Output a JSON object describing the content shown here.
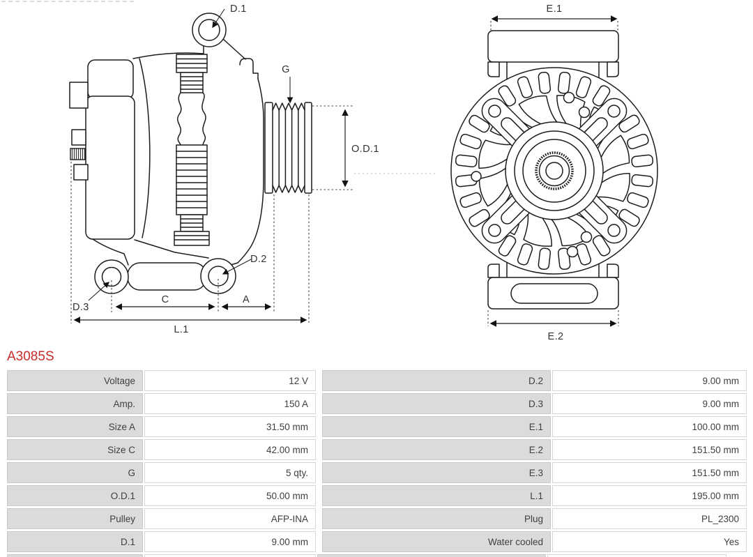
{
  "part_number": "A3085S",
  "diagram": {
    "side": {
      "d1": "D.1",
      "d2": "D.2",
      "d3": "D.3",
      "g": "G",
      "od1": "O.D.1",
      "dim_c": "C",
      "dim_a": "A",
      "dim_l1": "L.1"
    },
    "front": {
      "e1": "E.1",
      "e2": "E.2"
    }
  },
  "table": {
    "left": [
      {
        "label": "Voltage",
        "value": "12 V"
      },
      {
        "label": "Amp.",
        "value": "150 A"
      },
      {
        "label": "Size A",
        "value": "31.50 mm"
      },
      {
        "label": "Size C",
        "value": "42.00 mm"
      },
      {
        "label": "G",
        "value": "5 qty."
      },
      {
        "label": "O.D.1",
        "value": "50.00 mm"
      },
      {
        "label": "Pulley",
        "value": "AFP-INA"
      },
      {
        "label": "D.1",
        "value": "9.00 mm"
      }
    ],
    "right": [
      {
        "label": "D.2",
        "value": "9.00 mm"
      },
      {
        "label": "D.3",
        "value": "9.00 mm"
      },
      {
        "label": "E.1",
        "value": "100.00 mm"
      },
      {
        "label": "E.2",
        "value": "151.50 mm"
      },
      {
        "label": "E.3",
        "value": "151.50 mm"
      },
      {
        "label": "L.1",
        "value": "195.00 mm"
      },
      {
        "label": "Plug",
        "value": "PL_2300"
      },
      {
        "label": "Water cooled",
        "value": "Yes"
      }
    ]
  },
  "colors": {
    "part_number_red": "#c72c29",
    "label_cell_bg": "#dbdbdb",
    "drawing_line": "#1c1c1c"
  }
}
